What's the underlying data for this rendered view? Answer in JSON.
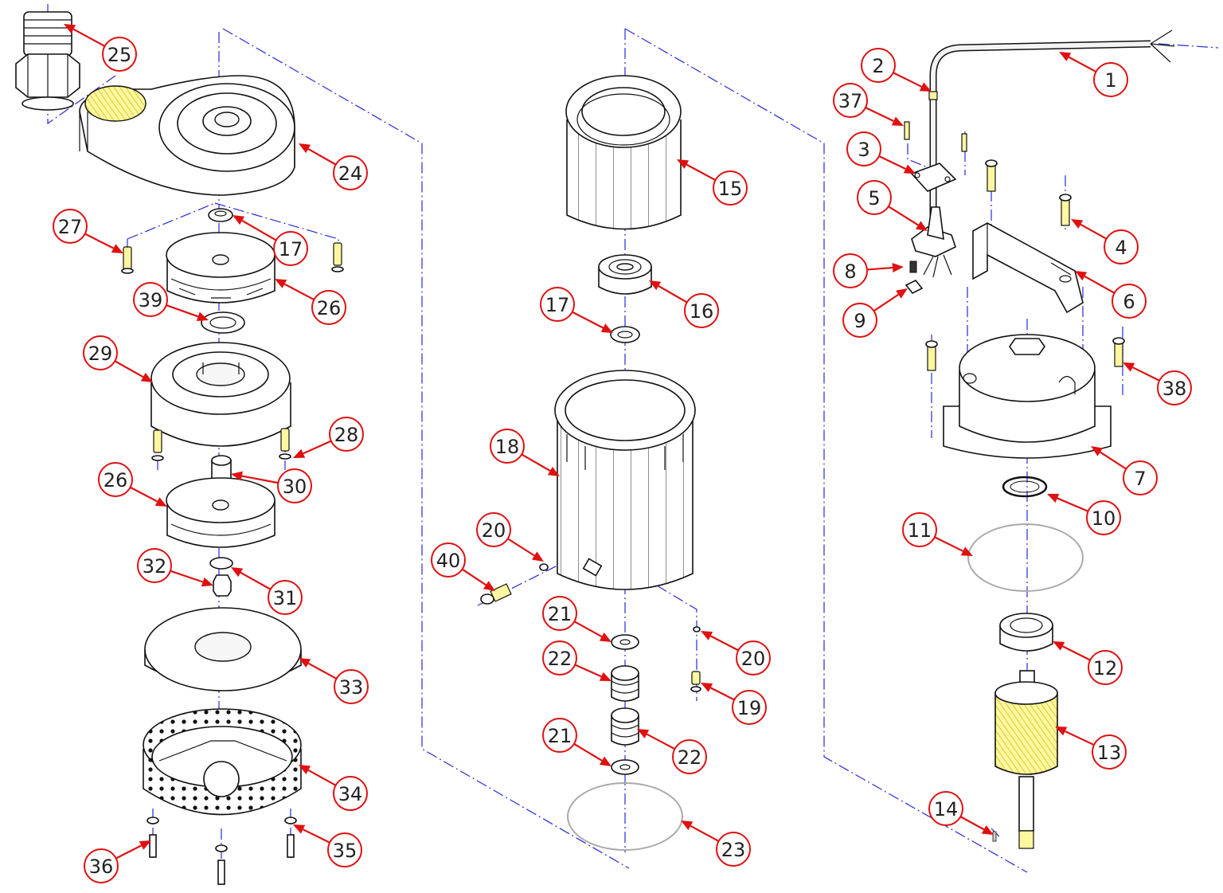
{
  "diagram": {
    "type": "exploded-parts-view",
    "callouts": [
      {
        "id": "c1",
        "label": "1"
      },
      {
        "id": "c2",
        "label": "2"
      },
      {
        "id": "c3",
        "label": "3"
      },
      {
        "id": "c4",
        "label": "4"
      },
      {
        "id": "c5",
        "label": "5"
      },
      {
        "id": "c6",
        "label": "6"
      },
      {
        "id": "c7",
        "label": "7"
      },
      {
        "id": "c8",
        "label": "8"
      },
      {
        "id": "c9",
        "label": "9"
      },
      {
        "id": "c10",
        "label": "10"
      },
      {
        "id": "c11",
        "label": "11"
      },
      {
        "id": "c12",
        "label": "12"
      },
      {
        "id": "c13",
        "label": "13"
      },
      {
        "id": "c14",
        "label": "14"
      },
      {
        "id": "c15",
        "label": "15"
      },
      {
        "id": "c16",
        "label": "16"
      },
      {
        "id": "c17a",
        "label": "17"
      },
      {
        "id": "c17b",
        "label": "17"
      },
      {
        "id": "c18",
        "label": "18"
      },
      {
        "id": "c19",
        "label": "19"
      },
      {
        "id": "c20a",
        "label": "20"
      },
      {
        "id": "c20b",
        "label": "20"
      },
      {
        "id": "c21a",
        "label": "21"
      },
      {
        "id": "c21b",
        "label": "21"
      },
      {
        "id": "c22a",
        "label": "22"
      },
      {
        "id": "c22b",
        "label": "22"
      },
      {
        "id": "c23",
        "label": "23"
      },
      {
        "id": "c24",
        "label": "24"
      },
      {
        "id": "c25",
        "label": "25"
      },
      {
        "id": "c26a",
        "label": "26"
      },
      {
        "id": "c26b",
        "label": "26"
      },
      {
        "id": "c27",
        "label": "27"
      },
      {
        "id": "c28",
        "label": "28"
      },
      {
        "id": "c29",
        "label": "29"
      },
      {
        "id": "c30",
        "label": "30"
      },
      {
        "id": "c31",
        "label": "31"
      },
      {
        "id": "c32",
        "label": "32"
      },
      {
        "id": "c33",
        "label": "33"
      },
      {
        "id": "c34",
        "label": "34"
      },
      {
        "id": "c35",
        "label": "35"
      },
      {
        "id": "c36",
        "label": "36"
      },
      {
        "id": "c37",
        "label": "37"
      },
      {
        "id": "c38",
        "label": "38"
      },
      {
        "id": "c39",
        "label": "39"
      },
      {
        "id": "c40",
        "label": "40"
      }
    ]
  },
  "colors": {
    "callout": "#e01010",
    "axis": "#2a2ad8",
    "highlight": "#fff7a0"
  }
}
